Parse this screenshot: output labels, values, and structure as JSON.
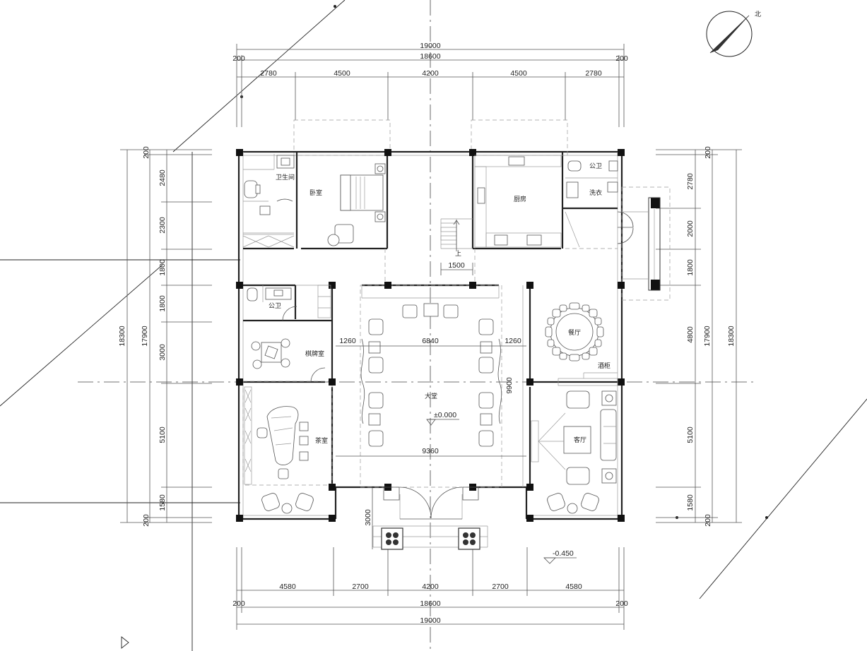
{
  "north_label": "北",
  "dimensions": {
    "top_overall": "19000",
    "top_inner": "18600",
    "top_offset_left": "200",
    "top_offset_right": "200",
    "top_segments": [
      "2780",
      "4500",
      "4200",
      "4500",
      "2780"
    ],
    "bottom_overall": "19000",
    "bottom_inner": "18600",
    "bottom_offset_left": "200",
    "bottom_offset_right": "200",
    "bottom_segments": [
      "4580",
      "2700",
      "4200",
      "2700",
      "4580"
    ],
    "left_overall": "18300",
    "left_inner": "17900",
    "left_offset_top": "200",
    "left_offset_bottom": "200",
    "left_segments": [
      "2480",
      "2300",
      "1800",
      "1800",
      "3000",
      "5100",
      "1580"
    ],
    "right_overall": "18300",
    "right_inner": "17900",
    "right_offset_top": "200",
    "right_offset_bottom": "200",
    "right_segments": [
      "2780",
      "2000",
      "1800",
      "4800",
      "5100",
      "1580"
    ],
    "hall_width": "6840",
    "hall_side_left": "1260",
    "hall_side_right": "1260",
    "hall_depth": "9900",
    "hall_lower_width": "9360",
    "stair_width": "1500",
    "stair_up": "上",
    "entry_depth": "3000"
  },
  "rooms": {
    "bathroom": "卫生间",
    "bedroom": "卧室",
    "kitchen": "厨房",
    "public_toilet_right": "公卫",
    "laundry": "洗衣",
    "public_toilet_left": "公卫",
    "chess_room": "棋牌室",
    "main_hall": "大堂",
    "dining": "餐厅",
    "wine_cabinet": "酒柜",
    "tea_room": "茶室",
    "living_room": "客厅"
  },
  "elevations": {
    "floor": "±0.000",
    "outside": "-0.450"
  }
}
